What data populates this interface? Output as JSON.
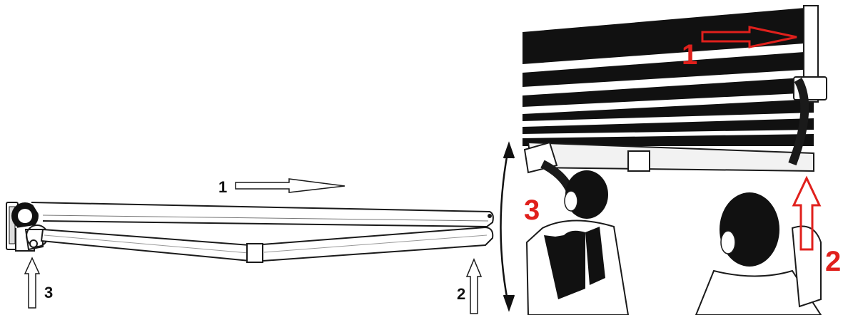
{
  "left_diagram": {
    "arrow_1_label": "1",
    "arrow_2_label": "2",
    "arrow_3_label": "3"
  },
  "right_photo": {
    "arrow_1_label": "1",
    "arrow_2_label": "2",
    "arrow_3_label": "3"
  },
  "colors": {
    "red_annotation": "#e0201c",
    "outline": "#1a1a1a"
  }
}
